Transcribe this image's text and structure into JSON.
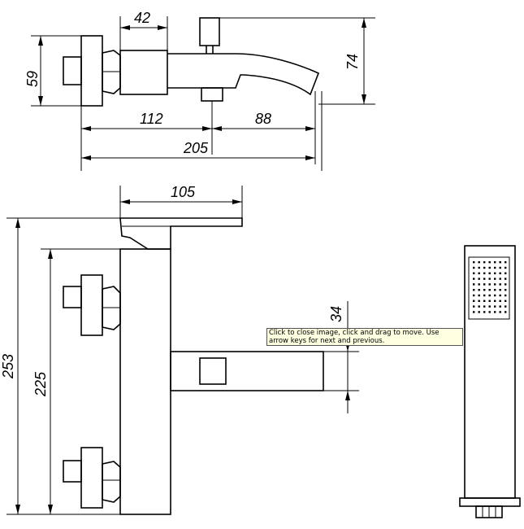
{
  "dimensions": {
    "d42": "42",
    "d59": "59",
    "d74": "74",
    "d112": "112",
    "d88": "88",
    "d205": "205",
    "d105": "105",
    "d253": "253",
    "d225": "225",
    "d34": "34"
  },
  "tooltip": {
    "text": "Click to close image, click and drag to move. Use arrow keys for next and previous."
  }
}
